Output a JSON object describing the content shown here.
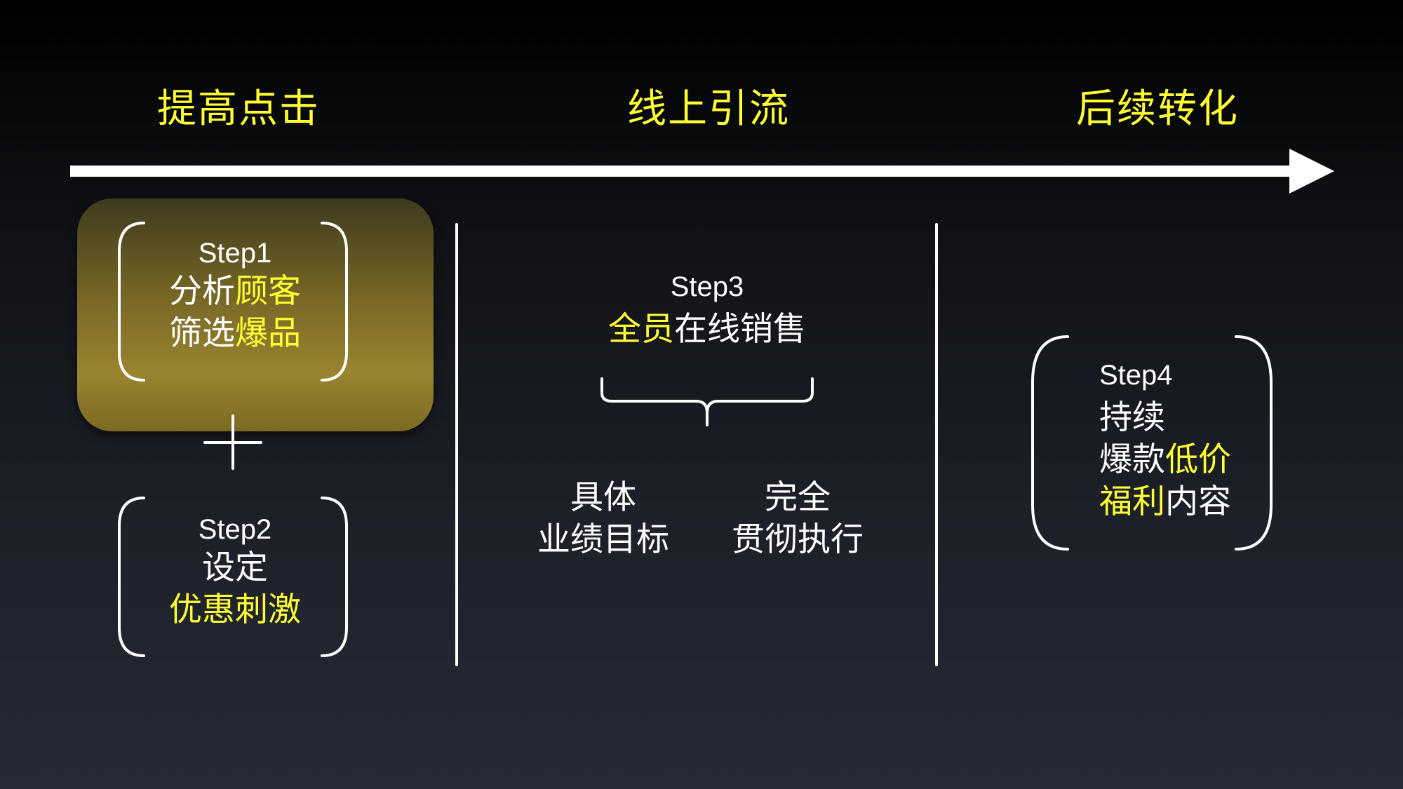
{
  "phases": [
    {
      "label": "提高点击"
    },
    {
      "label": "线上引流"
    },
    {
      "label": "后续转化"
    }
  ],
  "steps": {
    "step1": {
      "title": "Step1",
      "line1": {
        "white": "分析",
        "yellow": "顾客"
      },
      "line2": {
        "white": "筛选",
        "yellow": "爆品"
      }
    },
    "step2": {
      "title": "Step2",
      "line1": "设定",
      "line2": "优惠刺激"
    },
    "step3": {
      "title": "Step3",
      "headline": {
        "yellow": "全员",
        "white": "在线销售"
      },
      "branches": [
        {
          "line1": "具体",
          "line2": "业绩目标"
        },
        {
          "line1": "完全",
          "line2": "贯彻执行"
        }
      ]
    },
    "step4": {
      "title": "Step4",
      "line1": "持续",
      "line2": {
        "white": "爆款",
        "yellow": "低价"
      },
      "line3": {
        "yellow": "福利",
        "white": "内容"
      }
    }
  },
  "colors": {
    "accent": "#ffff33",
    "text": "#ffffff",
    "highlight_box": "#9a8430"
  }
}
